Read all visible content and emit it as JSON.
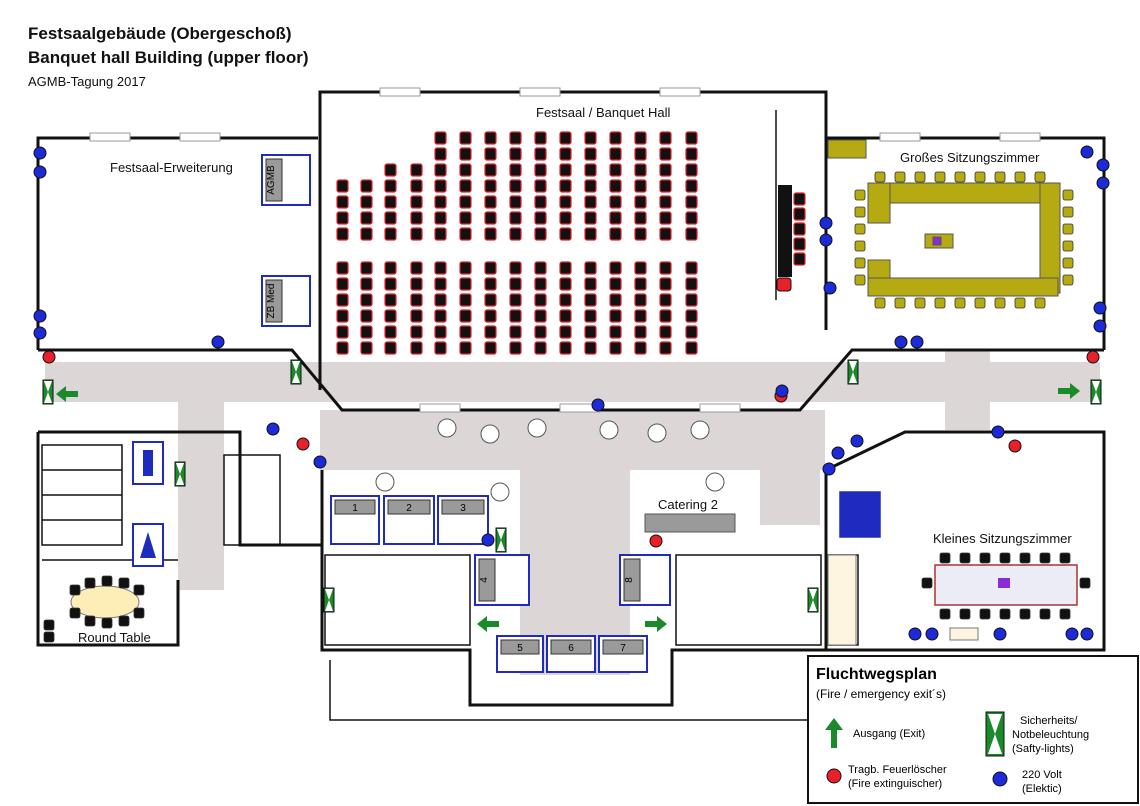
{
  "header": {
    "title_de": "Festsaalgebäude (Obergeschoß)",
    "title_en": "Banquet hall Building (upper floor)",
    "subtitle": "AGMB-Tagung 2017"
  },
  "rooms": {
    "banquet_hall": "Festsaal / Banquet Hall",
    "extension": "Festsaal-Erweiterung",
    "large_meeting": "Großes Sitzungszimmer",
    "small_meeting": "Kleines Sitzungszimmer",
    "round_table": "Round Table",
    "catering": "Catering 2"
  },
  "booths": {
    "agmb": "AGMB",
    "zb_med": "ZB Med",
    "numbers": [
      "1",
      "2",
      "3",
      "4",
      "5",
      "6",
      "7",
      "8"
    ]
  },
  "legend": {
    "title": "Fluchtwegsplan",
    "subtitle": "(Fire / emergency exit´s)",
    "exit_de": "Ausgang (Exit)",
    "ext_de": "Tragb. Feuerlöscher",
    "ext_en": "(Fire extinguischer)",
    "light_1": "Sicherheits/",
    "light_2": "Notbeleuchtung",
    "light_3": "(Safty-lights)",
    "power_1": "220 Volt",
    "power_2": "(Elektic)"
  },
  "colors": {
    "chair": "#e8202a",
    "booth": "#1f2bbf",
    "exit": "#1a8a2a",
    "table": "#b5aa12",
    "power": "#1c2ad8",
    "corridor": "#dcd7d6"
  }
}
